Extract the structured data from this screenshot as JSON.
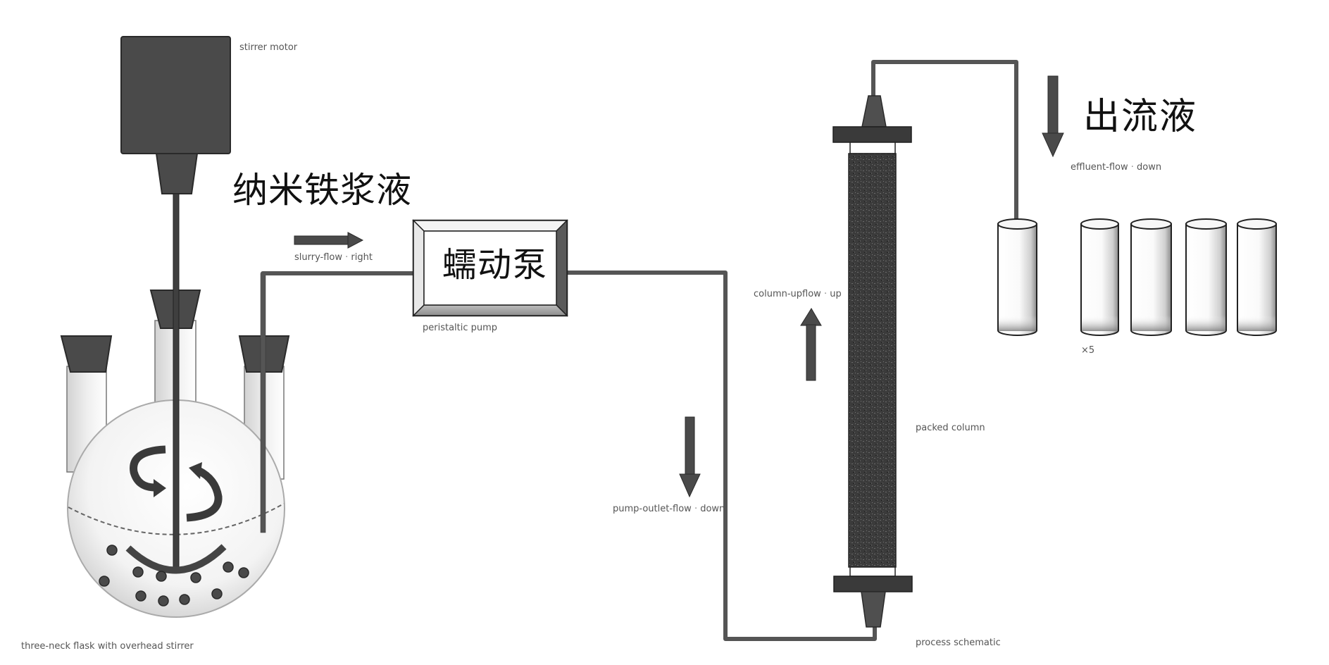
{
  "figure": {
    "type": "process schematic",
    "labels": {
      "slurry": "纳米铁浆液",
      "pump": "蠕动泵",
      "effluent": "出流液"
    },
    "components": {
      "reactor": "three-neck flask with overhead stirrer",
      "stirrer_motor": "stirrer motor",
      "pump": "peristaltic pump",
      "column": "packed column",
      "collection_tubes_count": 5
    },
    "flow_arrows": [
      {
        "name": "slurry-flow",
        "direction": "right"
      },
      {
        "name": "pump-outlet-flow",
        "direction": "down"
      },
      {
        "name": "column-upflow",
        "direction": "up"
      },
      {
        "name": "effluent-flow",
        "direction": "down"
      }
    ],
    "colors": {
      "dark": "#4a4a4a",
      "outline": "#222222",
      "pipe": "#555555",
      "packing": "#3a3a3a",
      "glass": "#e6e6e6"
    }
  }
}
